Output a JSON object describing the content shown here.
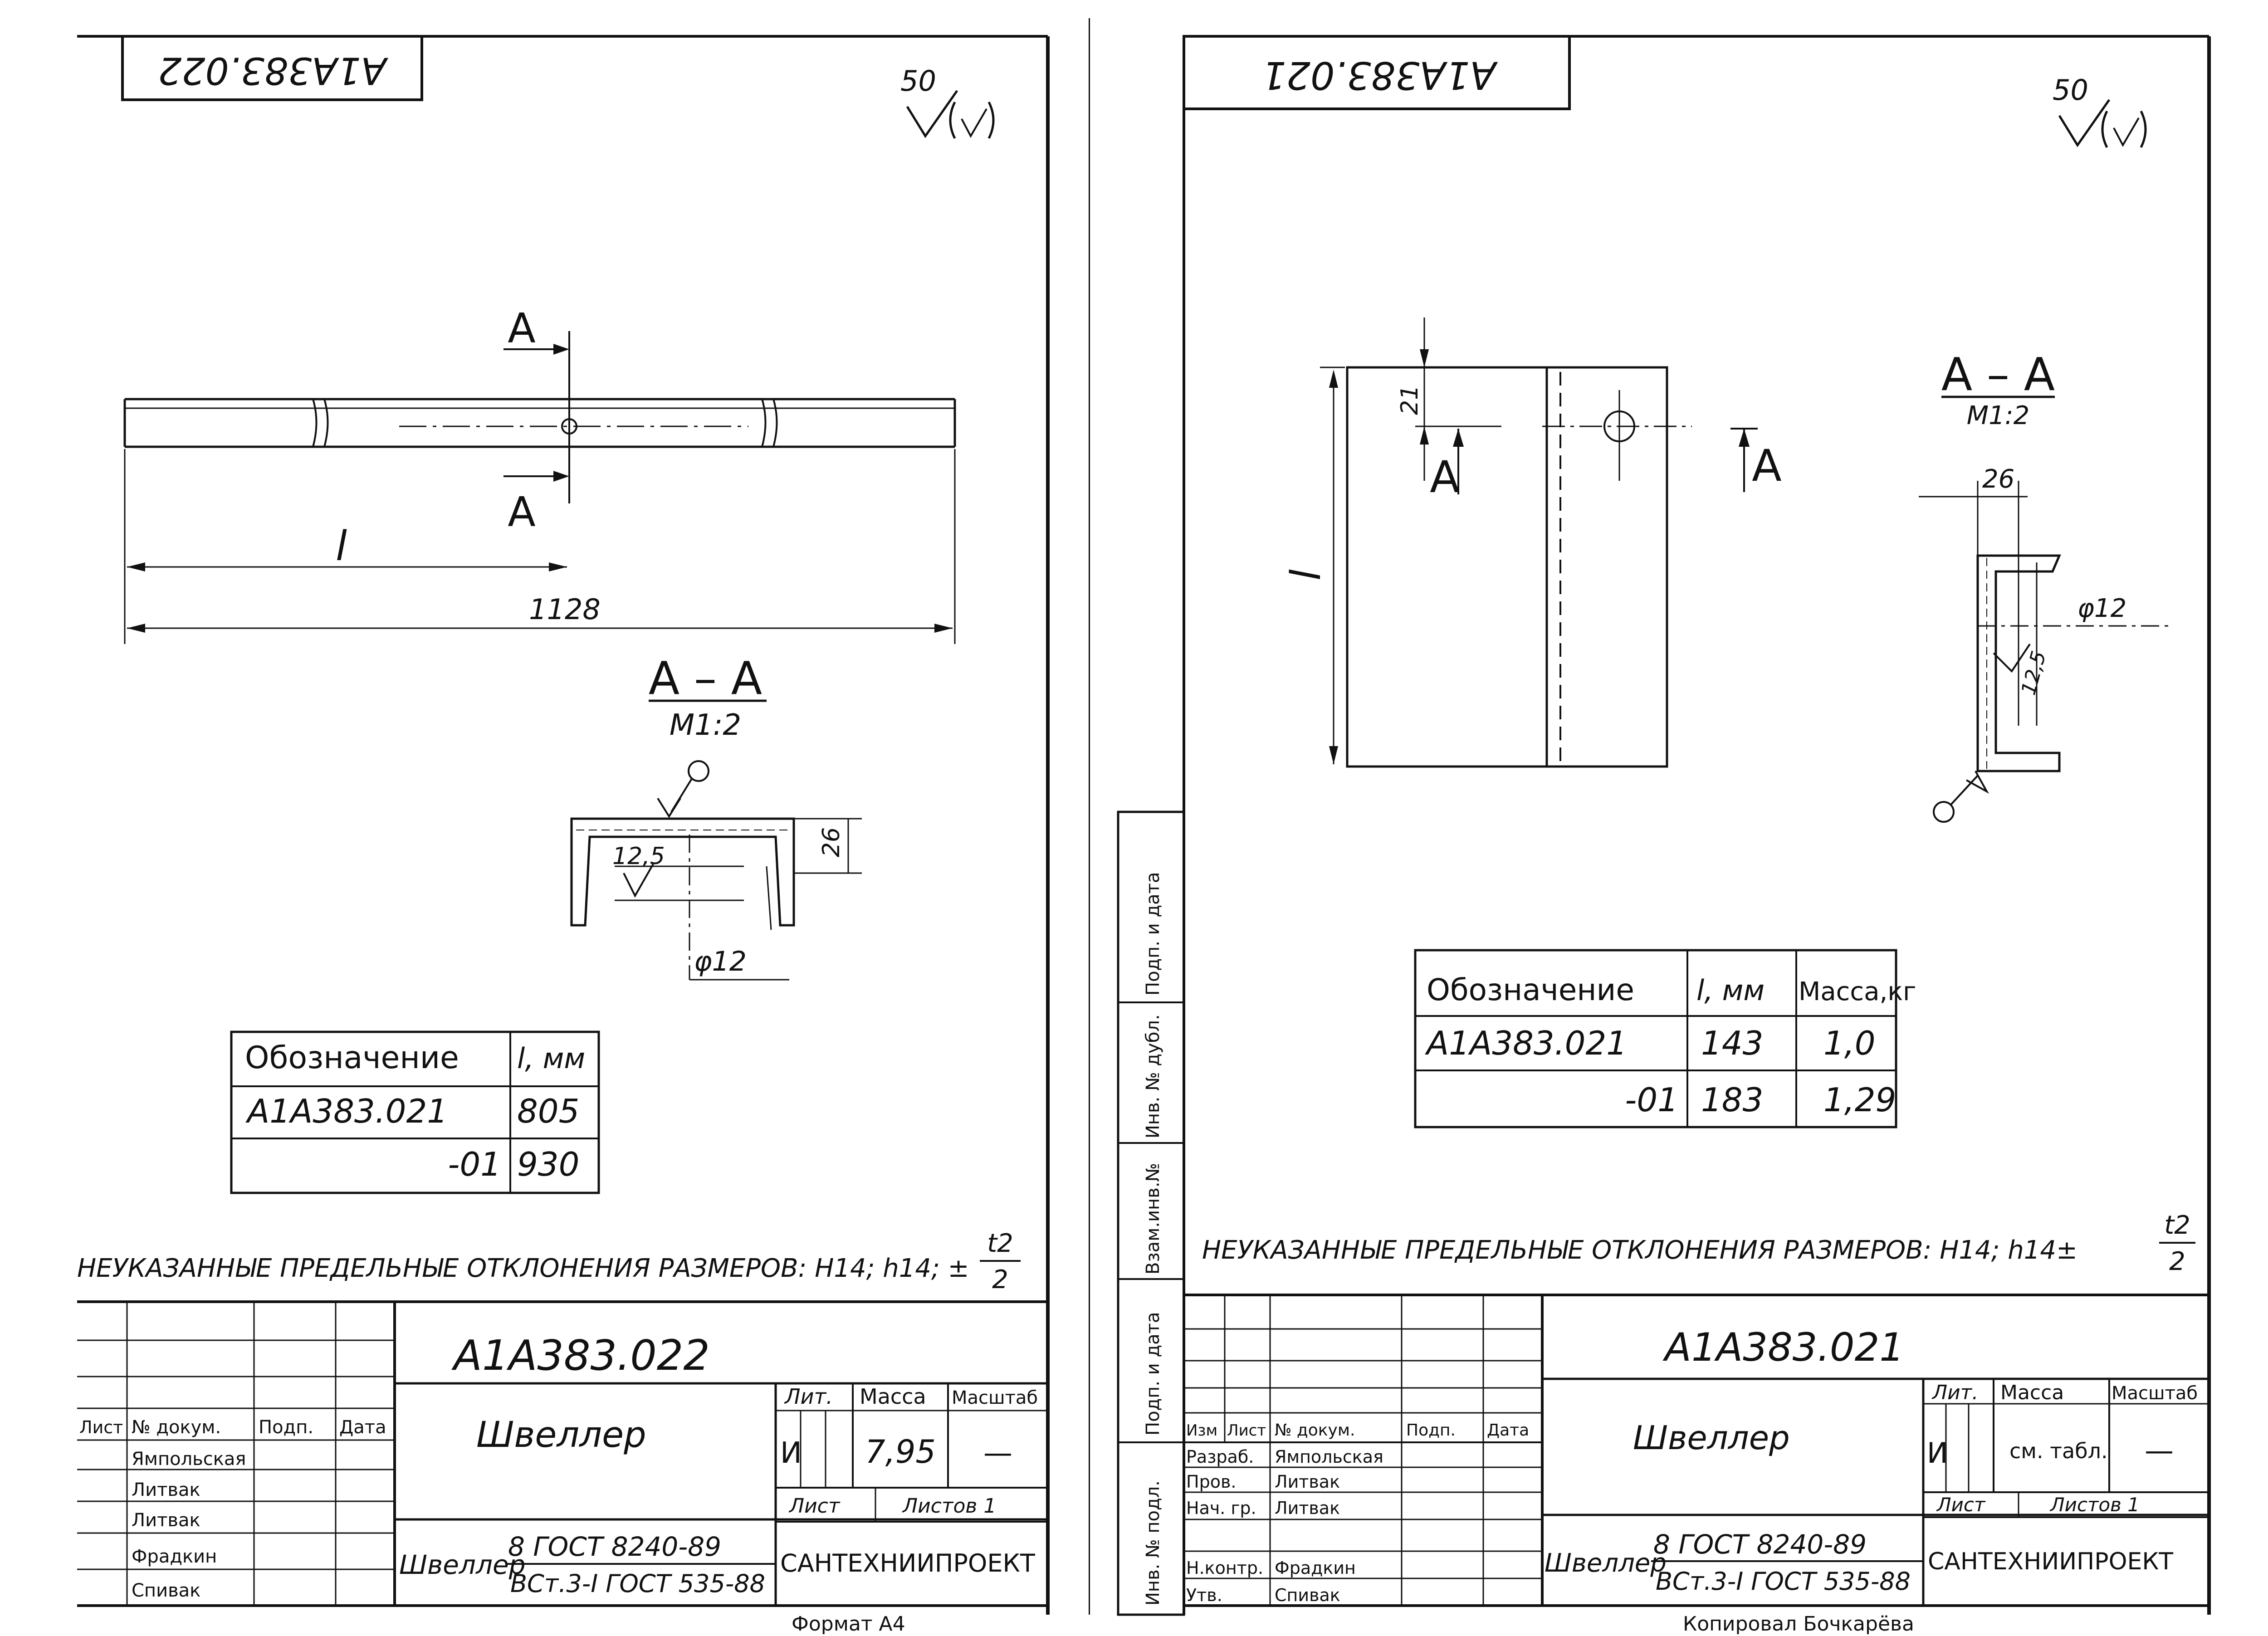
{
  "left_sheet": {
    "corner_code": "А1А383.022",
    "surface_finish": "50",
    "section_label": "А",
    "section_title": "А – А",
    "section_scale": "М1:2",
    "dim_length_var": "l",
    "dim_total": "1128",
    "dim_height": "26",
    "dim_roughness": "12,5",
    "dim_hole": "φ12",
    "table": {
      "headers": [
        "Обозначение",
        "l, мм"
      ],
      "rows": [
        [
          "А1А383.021",
          "805"
        ],
        [
          "-01",
          "930"
        ]
      ]
    },
    "tolerance_note": "НЕУКАЗАННЫЕ ПРЕДЕЛЬНЫЕ ОТКЛОНЕНИЯ РАЗМЕРОВ: Н14; h14; ±",
    "tolerance_frac_num": "t2",
    "tolerance_frac_den": "2",
    "title_block": {
      "doc_code": "А1А383.022",
      "name": "Швеллер",
      "material_prefix": "Швеллер",
      "material_top": "8 ГОСТ 8240-89",
      "material_bottom": "ВСт.3-I ГОСТ 535-88",
      "col_lit": "Лит.",
      "col_mass": "Масса",
      "col_scale": "Масштаб",
      "lit_value": "И",
      "mass_value": "7,95",
      "scale_value": "—",
      "sheet_label": "Лист",
      "sheets_label": "Листов 1",
      "org": "САНТЕХНИИПРОЕКТ",
      "col_headers": [
        "Лист",
        "№ докум.",
        "Подп.",
        "Дата"
      ],
      "people": [
        "Ямпольская",
        "Литвак",
        "Литвак",
        "Фрадкин",
        "Спивак"
      ],
      "format": "Формат А4"
    }
  },
  "right_sheet": {
    "corner_code": "А1А383.021",
    "surface_finish": "50",
    "section_label": "А",
    "section_title": "А – А",
    "section_scale": "М1:2",
    "dim_offset": "21",
    "dim_length_var": "l",
    "dim_width": "26",
    "dim_hole": "φ12",
    "dim_roughness": "12,5",
    "table": {
      "headers": [
        "Обозначение",
        "l, мм",
        "Масса,кг"
      ],
      "rows": [
        [
          "А1А383.021",
          "143",
          "1,0"
        ],
        [
          "-01",
          "183",
          "1,29"
        ]
      ]
    },
    "tolerance_note": "НЕУКАЗАННЫЕ ПРЕДЕЛЬНЫЕ ОТКЛОНЕНИЯ РАЗМЕРОВ: Н14; h14±",
    "tolerance_frac_num": "t2",
    "tolerance_frac_den": "2",
    "side_labels": [
      "Инв. № подл.",
      "Подп. и дата",
      "Взам.инв.№",
      "Инв. № дубл.",
      "Подп. и дата"
    ],
    "title_block": {
      "doc_code": "А1А383.021",
      "name": "Швеллер",
      "material_prefix": "Швеллер",
      "material_top": "8 ГОСТ 8240-89",
      "material_bottom": "ВСт.3-I ГОСТ 535-88",
      "col_lit": "Лит.",
      "col_mass": "Масса",
      "col_scale": "Масштаб",
      "lit_value": "И",
      "mass_value": "см. табл.",
      "scale_value": "—",
      "sheet_label": "Лист",
      "sheets_label": "Листов 1",
      "org": "САНТЕХНИИПРОЕКТ",
      "col_headers": [
        "Изм",
        "Лист",
        "№ докум.",
        "Подп.",
        "Дата"
      ],
      "roles": [
        "Разраб.",
        "Пров.",
        "Нач. гр.",
        "Н.контр.",
        "Утв."
      ],
      "people": [
        "Ямпольская",
        "Литвак",
        "Литвак",
        "Фрадкин",
        "Спивак"
      ],
      "copy_note": "Копировал Бочкарёва"
    }
  }
}
